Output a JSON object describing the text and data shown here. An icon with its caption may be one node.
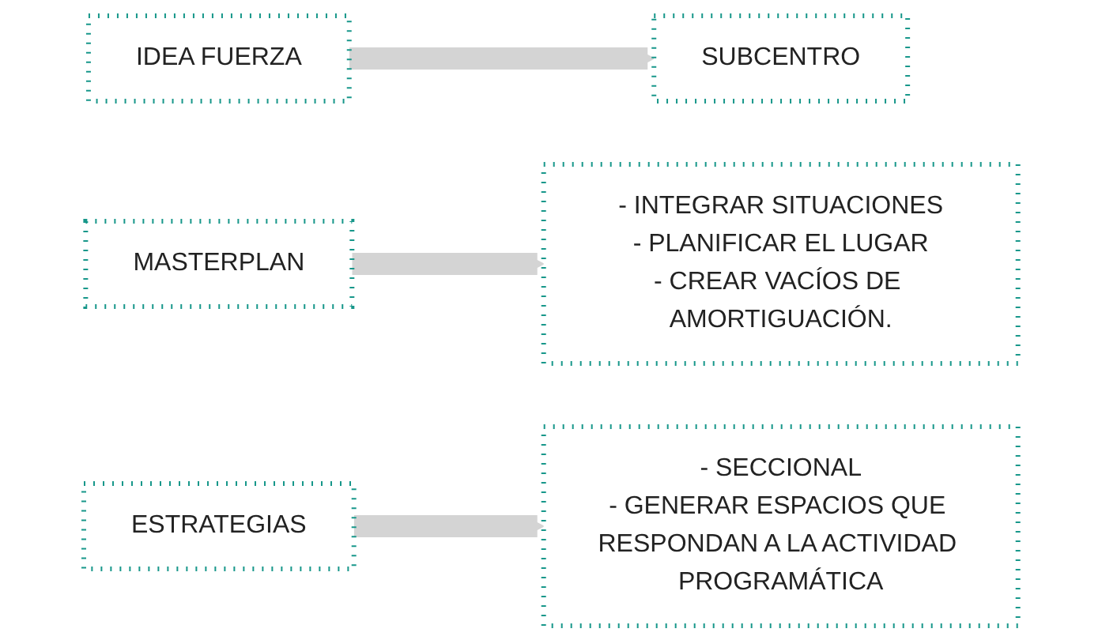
{
  "diagram": {
    "nodes": [
      {
        "text": [
          "IDEA FUERZA"
        ]
      },
      {
        "text": [
          "SUBCENTRO"
        ]
      },
      {
        "text": [
          "MASTERPLAN"
        ]
      },
      {
        "text": [
          "- INTEGRAR SITUACIONES",
          "- PLANIFICAR EL LUGAR",
          "- CREAR VACÍOS DE AMORTIGUACIÓN."
        ]
      },
      {
        "text": [
          "ESTRATEGIAS"
        ]
      },
      {
        "text": [
          "- SECCIONAL",
          "- GENERAR ESPACIOS QUE RESPONDAN A LA ACTIVIDAD PROGRAMÁTICA"
        ]
      }
    ],
    "edges": [
      {
        "from": 0,
        "to": 1,
        "arrow": "to"
      },
      {
        "from": 2,
        "to": 3,
        "arrow": "to"
      },
      {
        "from": 4,
        "to": 5,
        "arrow": "to"
      }
    ]
  }
}
